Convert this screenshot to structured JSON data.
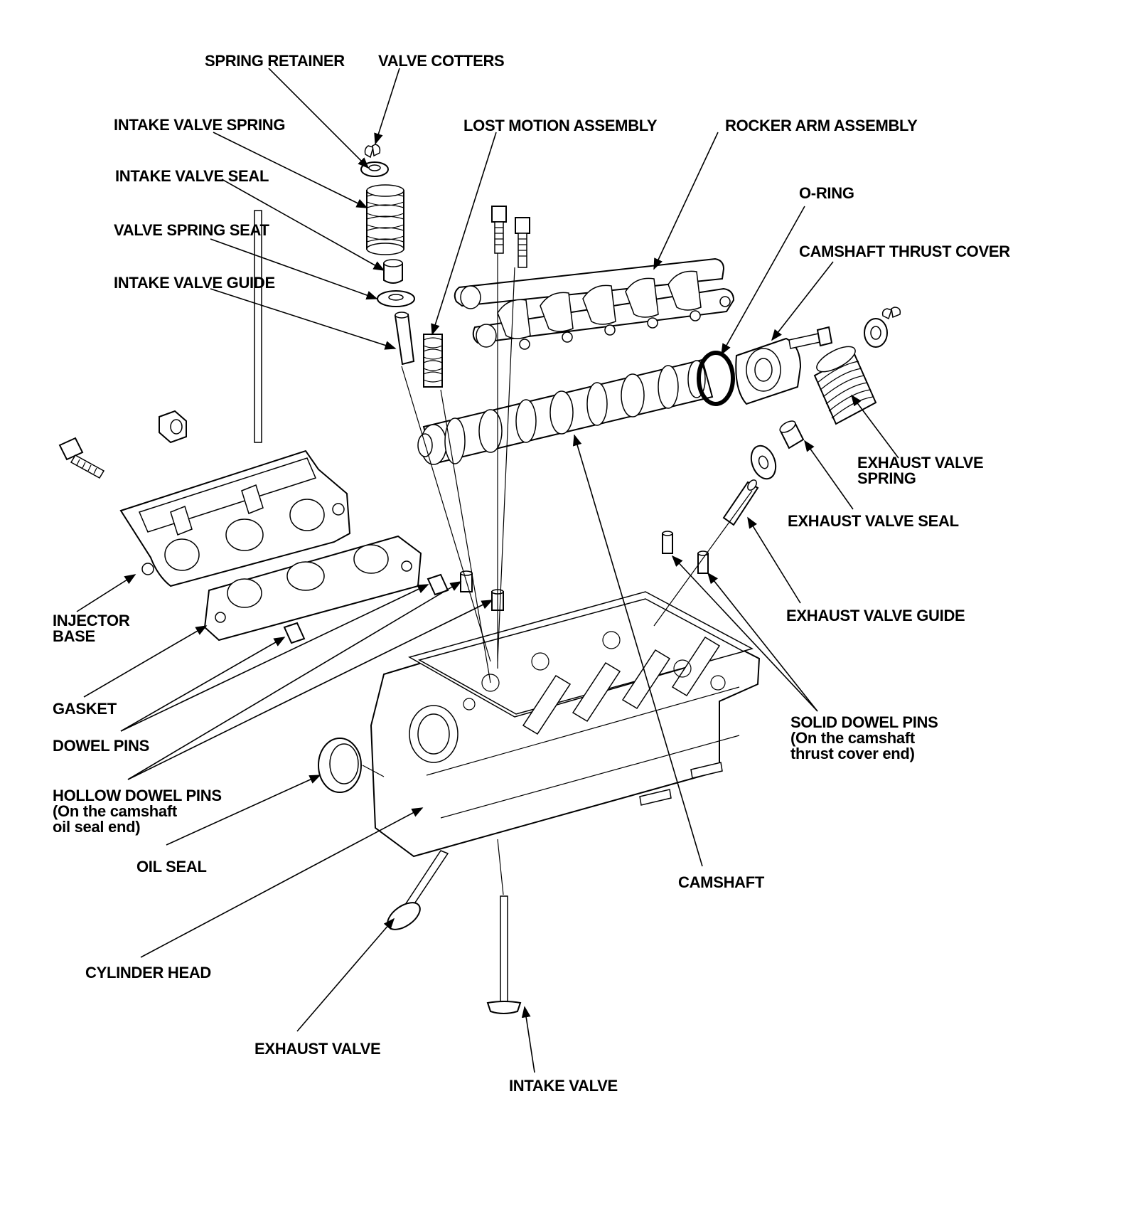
{
  "labels": {
    "spring_retainer": "SPRING RETAINER",
    "valve_cotters": "VALVE COTTERS",
    "intake_valve_spring": "INTAKE VALVE SPRING",
    "lost_motion_assembly": "LOST MOTION ASSEMBLY",
    "rocker_arm_assembly": "ROCKER ARM ASSEMBLY",
    "intake_valve_seal": "INTAKE VALVE SEAL",
    "o_ring": "O-RING",
    "valve_spring_seat": "VALVE SPRING SEAT",
    "camshaft_thrust_cover": "CAMSHAFT THRUST COVER",
    "intake_valve_guide": "INTAKE VALVE GUIDE",
    "exhaust_valve_spring_1": "EXHAUST VALVE",
    "exhaust_valve_spring_2": "SPRING",
    "exhaust_valve_seal": "EXHAUST VALVE SEAL",
    "injector_base_1": "INJECTOR",
    "injector_base_2": "BASE",
    "exhaust_valve_guide": "EXHAUST VALVE GUIDE",
    "gasket": "GASKET",
    "solid_dowel_pins_1": "SOLID DOWEL PINS",
    "solid_dowel_pins_2": "(On the camshaft",
    "solid_dowel_pins_3": "thrust cover end)",
    "dowel_pins": "DOWEL PINS",
    "hollow_dowel_pins_1": "HOLLOW DOWEL PINS",
    "hollow_dowel_pins_2": "(On the camshaft",
    "hollow_dowel_pins_3": "oil seal end)",
    "oil_seal": "OIL SEAL",
    "camshaft": "CAMSHAFT",
    "cylinder_head": "CYLINDER HEAD",
    "exhaust_valve": "EXHAUST VALVE",
    "intake_valve": "INTAKE VALVE"
  }
}
